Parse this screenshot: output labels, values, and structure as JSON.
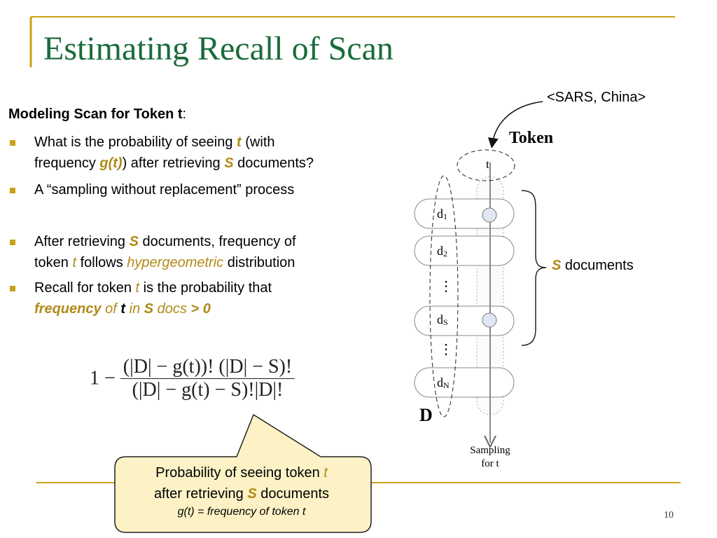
{
  "slide": {
    "title": "Estimating Recall of Scan",
    "page_number": "10",
    "accent_color": "#c9a018",
    "title_color": "#1a6b3a"
  },
  "content": {
    "heading": {
      "text": "Modeling Scan for Token",
      "token": "t",
      "colon": ":"
    },
    "bullets": [
      {
        "line1_a": "What is the probability of seeing ",
        "line1_t": "t",
        "line1_b": " (with",
        "line2_a": "frequency ",
        "line2_g": "g(t)",
        "line2_b": ") after retrieving ",
        "line2_s": "S",
        "line2_c": " documents?"
      },
      {
        "line1": "A “sampling without replacement” process"
      },
      {
        "line1_a": "After retrieving ",
        "line1_s": "S",
        "line1_b": " documents, frequency of",
        "line2_a": "token ",
        "line2_t": "t",
        "line2_b": " follows ",
        "line2_h": "hypergeometric",
        "line2_c": " distribution"
      },
      {
        "line1_a": "Recall for token ",
        "line1_t": "t",
        "line1_b": " is the probability that",
        "line2_freq": "frequency",
        "line2_of": " of ",
        "line2_t": "t",
        "line2_in": " in ",
        "line2_s": "S",
        "line2_docs": " docs ",
        "line2_gt": "> 0"
      }
    ],
    "formula": {
      "prefix": "1 −",
      "numerator": "(|D| − g(t))! (|D| − S)!",
      "denominator": "(|D| − g(t) − S)!|D|!"
    },
    "callout": {
      "line1_a": "Probability of seeing token ",
      "line1_t": "t",
      "line2_a": "after retrieving ",
      "line2_s": "S",
      "line2_b": " documents",
      "line3": "g(t) = frequency of token t"
    }
  },
  "diagram": {
    "example": "<SARS, China>",
    "token_heading": "Token",
    "token_symbol": "t",
    "docs": [
      {
        "d": "d",
        "sub": "1"
      },
      {
        "d": "d",
        "sub": "2"
      },
      {
        "d": "d",
        "sub": "S"
      },
      {
        "d": "d",
        "sub": "N"
      }
    ],
    "ellipsis": "⋮",
    "collection_label": "D",
    "s_docs_s": "S",
    "s_docs_label": " documents",
    "sampling_line1": "Sampling",
    "sampling_line2": "for t"
  }
}
